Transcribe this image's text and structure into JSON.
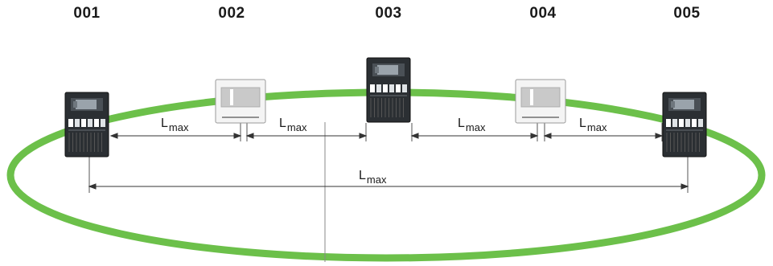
{
  "nodes": [
    {
      "id": "001",
      "type": "panel"
    },
    {
      "id": "002",
      "type": "keypad"
    },
    {
      "id": "003",
      "type": "panel"
    },
    {
      "id": "004",
      "type": "keypad"
    },
    {
      "id": "005",
      "type": "panel"
    }
  ],
  "dimension_symbol": "L",
  "dimension_subscript": "max",
  "colors": {
    "ring": "#6cc04a",
    "panel_dark": "#2b2f33",
    "panel_screen": "#9aa3ab",
    "keypad_body": "#f4f4f4",
    "keypad_screen": "#c9c9c9",
    "line": "#333333"
  }
}
